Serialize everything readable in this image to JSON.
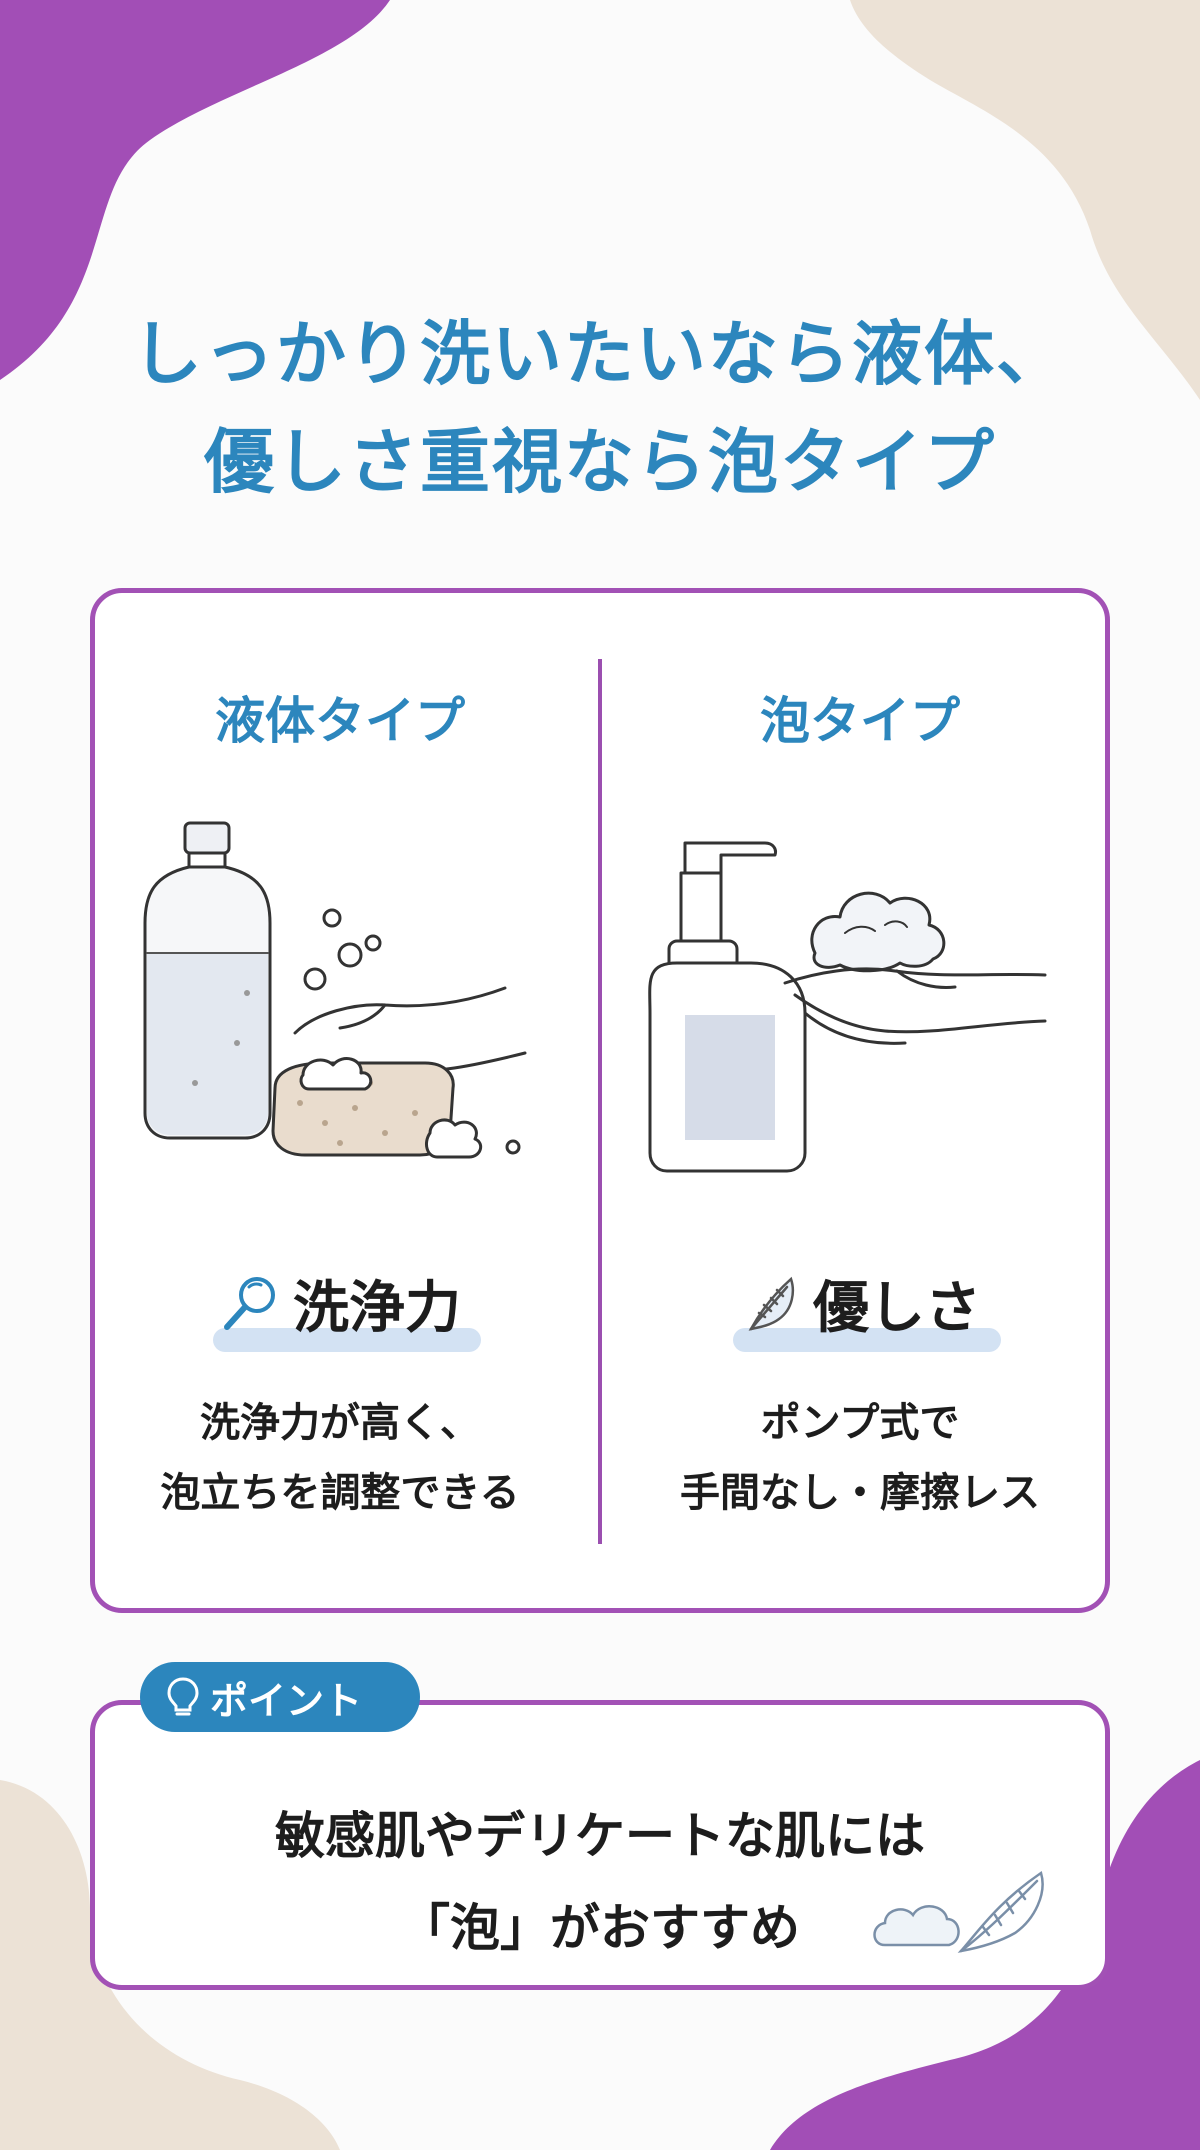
{
  "colors": {
    "accent_blue": "#2c86bd",
    "frame_purple": "#a251b5",
    "blob_purple": "#a24eb6",
    "blob_beige": "#ece2d6",
    "highlight_bar": "#d3e2f3"
  },
  "title": {
    "line1": "しっかり洗いたいなら液体、",
    "line2": "優しさ重視なら泡タイプ"
  },
  "comparison": {
    "left": {
      "heading": "液体タイプ",
      "illustration": "liquid-bottle-and-sponge",
      "feature_icon": "magnifier-icon",
      "feature_label": "洗浄力",
      "desc_line1": "洗浄力が高く、",
      "desc_line2": "泡立ちを調整できる"
    },
    "right": {
      "heading": "泡タイプ",
      "illustration": "foam-pump-bottle-and-hand",
      "feature_icon": "feather-icon",
      "feature_label": "優しさ",
      "desc_line1": "ポンプ式で",
      "desc_line2": "手間なし・摩擦レス"
    }
  },
  "point": {
    "badge_icon": "lightbulb-icon",
    "badge_label": "ポイント",
    "line1": "敏感肌やデリケートな肌には",
    "line2": "「泡」がおすすめ",
    "decoration": "cloud-and-feather-icon"
  }
}
